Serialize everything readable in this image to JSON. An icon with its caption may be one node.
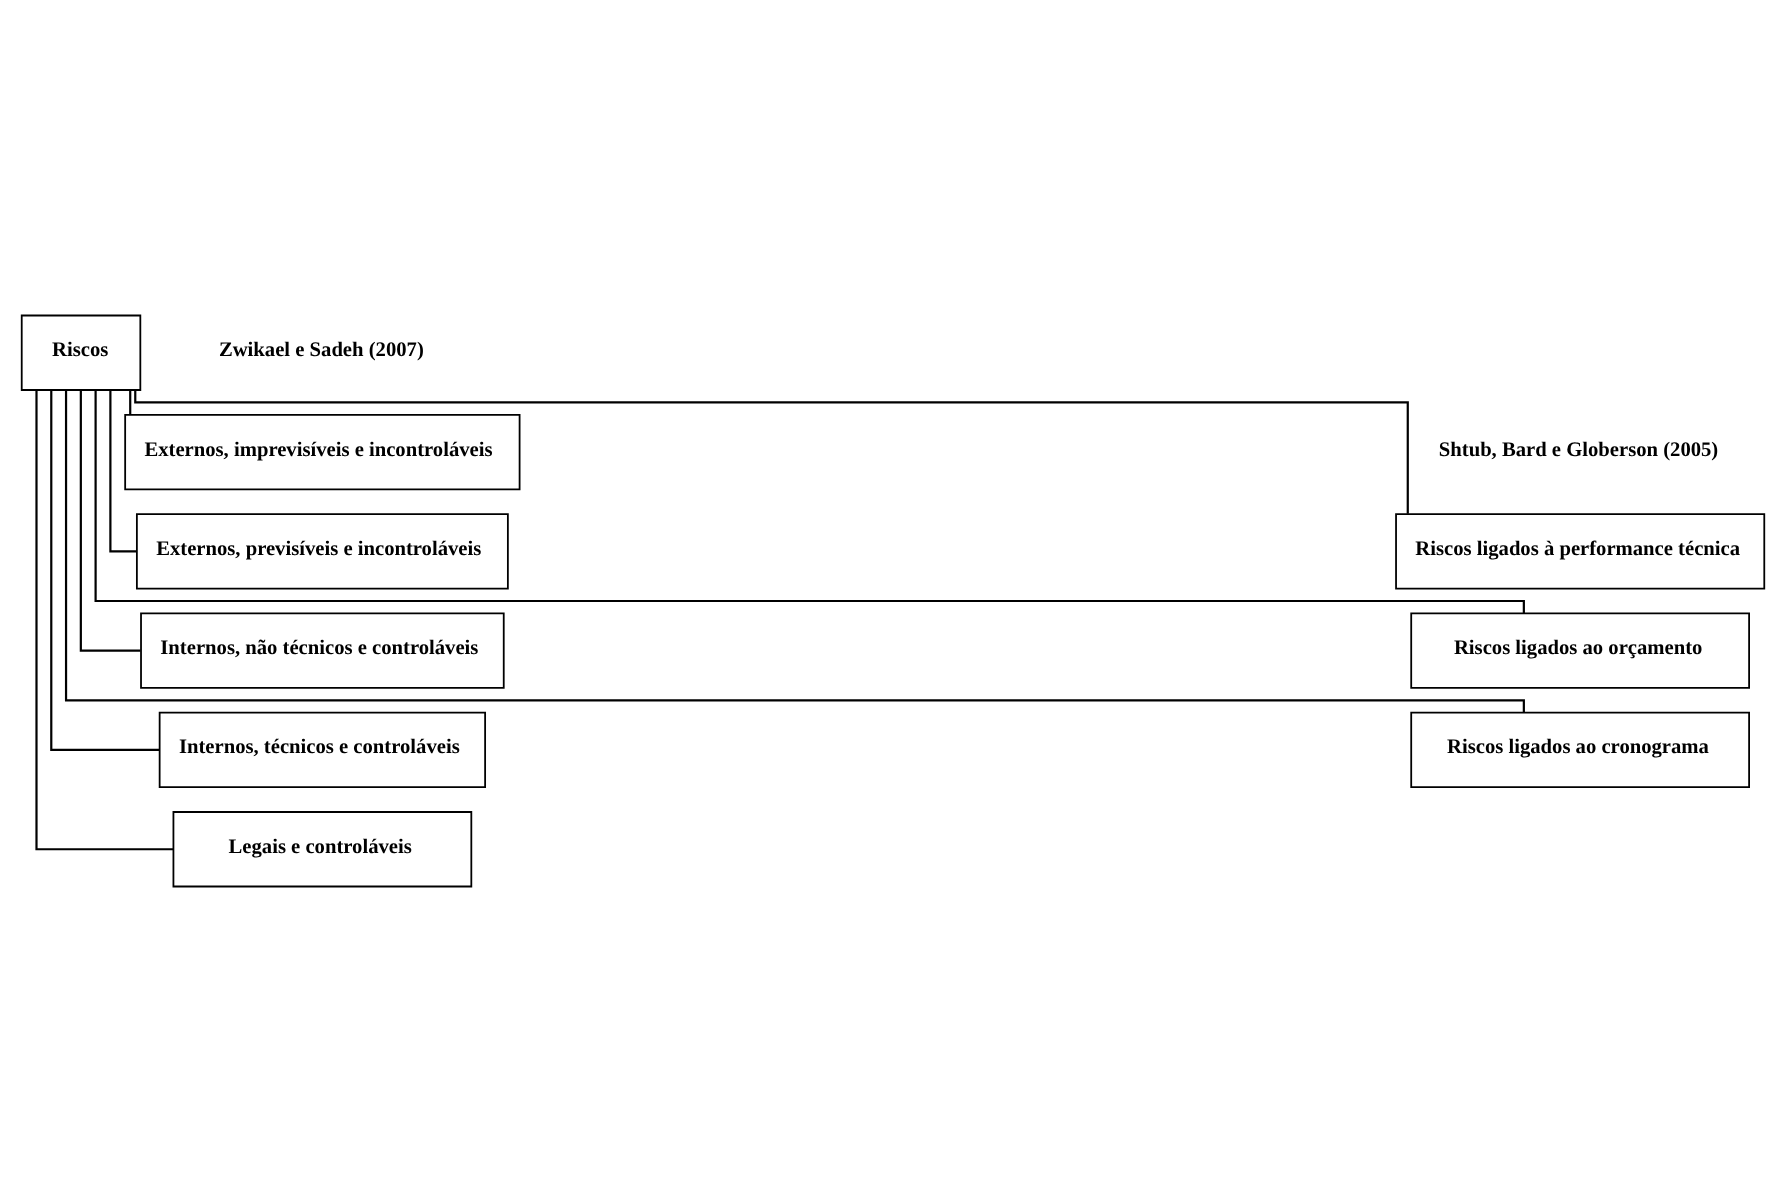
{
  "diagram": {
    "nodes": [
      {
        "text": [
          "Riscos"
        ]
      },
      {
        "text": [
          "Externos, imprevisíveis e incontroláveis"
        ]
      },
      {
        "text": [
          "Externos, previsíveis e incontroláveis"
        ]
      },
      {
        "text": [
          "Internos, não técnicos e controláveis"
        ]
      },
      {
        "text": [
          "Internos, técnicos e controláveis"
        ]
      },
      {
        "text": [
          "Legais e controláveis"
        ]
      },
      {
        "text": [
          "Riscos ligados à performance técnica"
        ]
      },
      {
        "text": [
          "Riscos ligados ao orçamento"
        ]
      },
      {
        "text": [
          "Riscos ligados ao cronograma"
        ]
      }
    ],
    "edges": [
      {
        "from": 0,
        "to": 1,
        "arrow": "none"
      },
      {
        "from": 0,
        "to": 2,
        "arrow": "none"
      },
      {
        "from": 0,
        "to": 3,
        "arrow": "none"
      },
      {
        "from": 0,
        "to": 4,
        "arrow": "none"
      },
      {
        "from": 0,
        "to": 5,
        "arrow": "none"
      },
      {
        "from": 0,
        "to": 6,
        "arrow": "none"
      },
      {
        "from": 0,
        "to": 7,
        "arrow": "none"
      },
      {
        "from": 0,
        "to": 8,
        "arrow": "none"
      }
    ],
    "labels": [
      "Zwikael e Sadeh (2007)",
      "Shtub, Bard e Globerson (2005)"
    ]
  }
}
